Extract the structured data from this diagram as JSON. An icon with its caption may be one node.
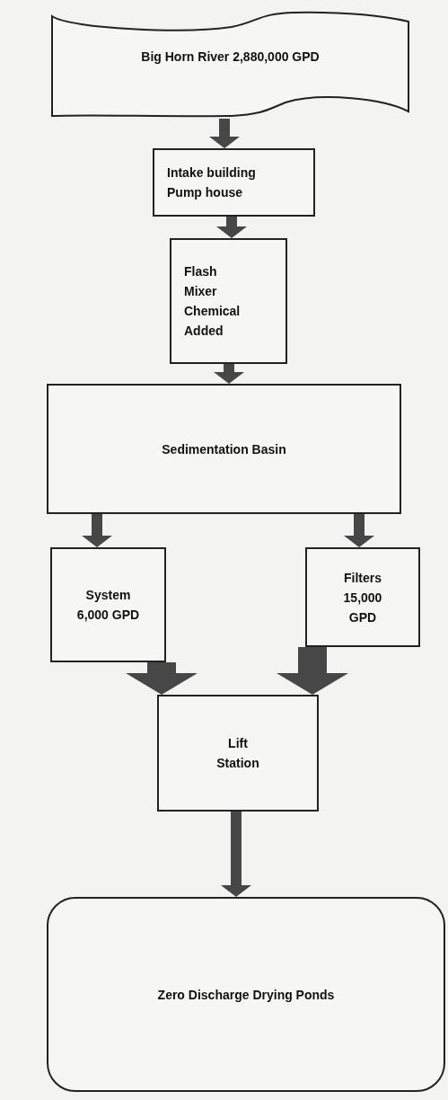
{
  "diagram": {
    "nodes": [
      {
        "text": [
          "Big Horn River 2,880,000 GPD"
        ]
      },
      {
        "text": [
          "Intake building Pump house"
        ]
      },
      {
        "text": [
          "Flash Mixer Chemical Added"
        ]
      },
      {
        "text": [
          "Sedimentation Basin"
        ]
      },
      {
        "text": [
          "System 6,000 GPD"
        ]
      },
      {
        "text": [
          "Filters 15,000 GPD"
        ]
      },
      {
        "text": [
          "Lift Station"
        ]
      },
      {
        "text": [
          "Zero Discharge Drying Ponds"
        ]
      }
    ],
    "edges": [
      {
        "from": 0,
        "to": 1,
        "arrow": "to"
      },
      {
        "from": 1,
        "to": 2,
        "arrow": "to"
      },
      {
        "from": 2,
        "to": 3,
        "arrow": "to"
      },
      {
        "from": 3,
        "to": 4,
        "arrow": "to"
      },
      {
        "from": 3,
        "to": 5,
        "arrow": "to"
      },
      {
        "from": 4,
        "to": 6,
        "arrow": "to",
        "style": "thick"
      },
      {
        "from": 5,
        "to": 6,
        "arrow": "to",
        "style": "thick"
      },
      {
        "from": 6,
        "to": 7,
        "arrow": "to"
      }
    ]
  }
}
